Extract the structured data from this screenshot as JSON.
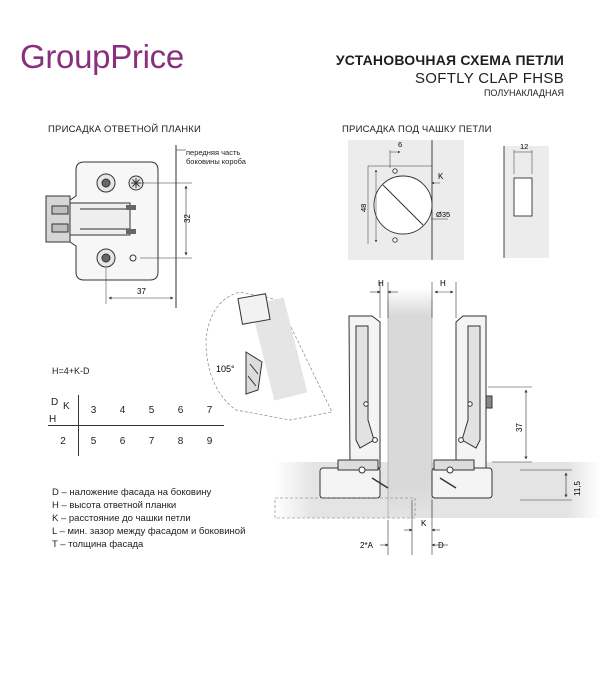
{
  "brand": {
    "logo": "GroupPrice"
  },
  "title": {
    "main": "УСТАНОВОЧНАЯ СХЕМА ПЕТЛИ",
    "model": "SOFTLY CLAP FHSB",
    "type": "ПОЛУНАКЛАДНАЯ"
  },
  "plate_section": {
    "heading": "ПРИСАДКА ОТВЕТНОЙ ПЛАНКИ",
    "note_line1": "передняя часть",
    "note_line2": "боковины короба",
    "dim_32": "32",
    "dim_37": "37"
  },
  "cup_section": {
    "heading": "ПРИСАДКА ПОД ЧАШКУ ПЕТЛИ",
    "dim_6": "6",
    "dim_48": "48",
    "dim_k": "K",
    "dim_d35": "Ø35",
    "dim_12": "12"
  },
  "angle": {
    "label": "105°"
  },
  "formula": "H=4+K-D",
  "dk_table": {
    "d": "D",
    "k": "K",
    "h": "H",
    "k_values": [
      "3",
      "4",
      "5",
      "6",
      "7"
    ],
    "h_values": [
      "2",
      "5",
      "6",
      "7",
      "8",
      "9"
    ]
  },
  "legend": [
    "D – наложение фасада на боковину",
    "H – высота ответной планки",
    "K – расстояние до чашки петли",
    "L – мин. зазор между фасадом и боковиной",
    "T – толщина фасада"
  ],
  "main_dims": {
    "h_left": "H",
    "h_right": "H",
    "dim_37": "37",
    "dim_11_5": "11,5",
    "dim_k": "K",
    "dim_2a": "2*A",
    "dim_d": "D"
  }
}
